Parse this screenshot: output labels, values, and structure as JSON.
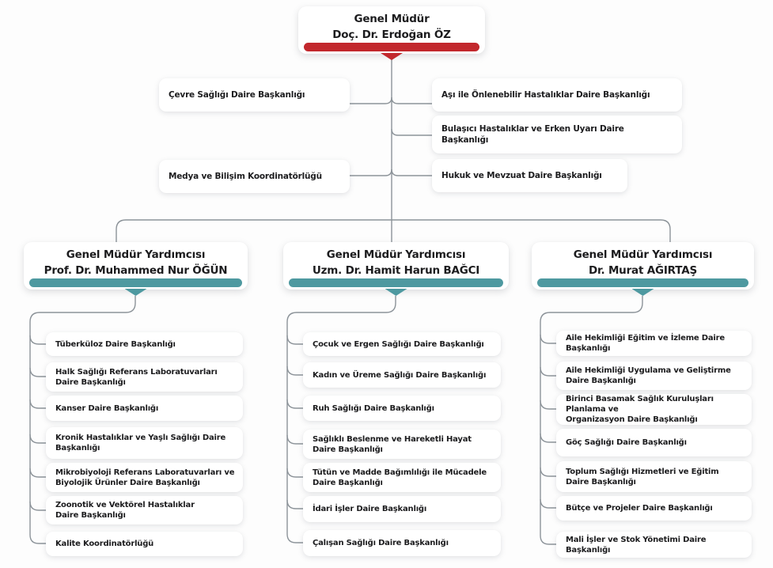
{
  "root": {
    "title": "Genel Müdür",
    "name": "Doç. Dr. Erdoğan ÖZ"
  },
  "staff": {
    "left": [
      {
        "label": "Çevre Sağlığı Daire Başkanlığı"
      },
      {
        "label": "Medya ve Bilişim Koordinatörlüğü"
      }
    ],
    "right": [
      {
        "label": "Aşı ile Önlenebilir Hastalıklar Daire Başkanlığı"
      },
      {
        "label": "Bulaşıcı Hastalıklar ve Erken Uyarı Daire\nBaşkanlığı"
      },
      {
        "label": "Hukuk ve Mevzuat Daire Başkanlığı"
      }
    ]
  },
  "deputies": [
    {
      "title": "Genel Müdür Yardımcısı",
      "name": "Prof. Dr. Muhammed Nur ÖĞÜN",
      "departments": [
        "Tüberküloz Daire Başkanlığı",
        "Halk Sağlığı Referans Laboratuvarları\nDaire Başkanlığı",
        "Kanser Daire Başkanlığı",
        "Kronik Hastalıklar ve Yaşlı  Sağlığı Daire\nBaşkanlığı",
        "Mikrobiyoloji Referans Laboratuvarları ve\nBiyolojik Ürünler Daire Başkanlığı",
        "Zoonotik ve Vektörel Hastalıklar\nDaire Başkanlığı",
        "Kalite Koordinatörlüğü"
      ]
    },
    {
      "title": "Genel Müdür Yardımcısı",
      "name": "Uzm. Dr. Hamit Harun BAĞCI",
      "departments": [
        "Çocuk ve Ergen Sağlığı Daire Başkanlığı",
        "Kadın ve Üreme Sağlığı Daire Başkanlığı",
        "Ruh Sağlığı Daire Başkanlığı",
        "Sağlıklı Beslenme ve Hareketli Hayat\nDaire Başkanlığı",
        "Tütün ve Madde Bağımlılığı ile Mücadele\nDaire Başkanlığı",
        "İdari İşler Daire Başkanlığı",
        "Çalışan Sağlığı Daire Başkanlığı"
      ]
    },
    {
      "title": "Genel Müdür Yardımcısı",
      "name": "Dr. Murat AĞIRTAŞ",
      "departments": [
        "Aile Hekimliği Eğitim ve İzleme Daire Başkanlığı",
        "Aile Hekimliği Uygulama ve Geliştirme\nDaire Başkanlığı",
        "Birinci Basamak Sağlık Kuruluşları Planlama ve\nOrganizasyon Daire Başkanlığı",
        "Göç Sağlığı Daire Başkanlığı",
        "Toplum Sağlığı Hizmetleri ve Eğitim\nDaire Başkanlığı",
        "Bütçe ve Projeler Daire Başkanlığı",
        "Mali İşler ve Stok Yönetimi Daire Başkanlığı"
      ]
    }
  ],
  "colors": {
    "root_accent": "#c2282d",
    "deputy_accent": "#4e99a0",
    "line": "#8c9399"
  }
}
